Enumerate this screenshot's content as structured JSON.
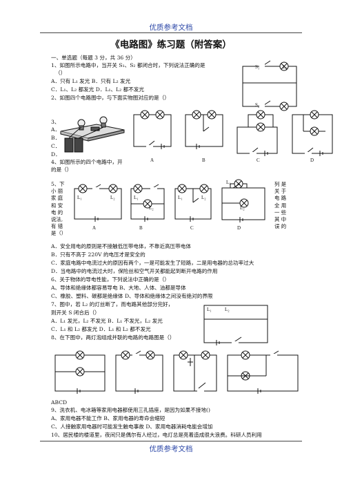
{
  "header": {
    "top": "优质参考文档",
    "bottom": "优质参考文档"
  },
  "title": "《电路图》练习题（附答案）",
  "lines": {
    "l1": "一、单选题（每题 3 分，共 36 分）",
    "l2": "1、如图所示电路中，当开关 S₁、S₂ 都闭合时，下列说法正确的是",
    "l3": "（）",
    "l4": "A．只有 L₁ 发光 B．只有 L₂ 发光",
    "l5": "C．L₁、L₂ 都发光 D．L₁、L₂ 都不发光",
    "l6": "2、如图四个电路图中，与下面实物图对应的是（）",
    "l7": "3、",
    "l8": "A．",
    "l9": "B．",
    "l10": "C．",
    "l11": "D．",
    "l12": "4、如图所示的四个电路中，开",
    "l13": "的是（）",
    "q5a": "A．安全用电的原则是不接触低压带电体，不靠近高压带电体",
    "q5b": "B．只有不高于 220V 的电压才是安全的",
    "q5c": "C．家庭电路中电流过大的原因有两个，一是可能发生了短路，二是用电器的总功率过大",
    "q5d": "D．当电路中的电流过大时，保险丝和空气开关都能起到断开电路的作用",
    "q6": "6、关于物体的导电性能，下列说法中正确的是（）",
    "q6a": "A、导体和绝缘体都容易导电 B、大地、人体、油都是导体",
    "q6c": "C、橡胶、塑料、碳都是绝缘体 D、导体和绝缘体之间没有绝对的界限",
    "q7": "7、图中，若 L₂ 的灯丝断了，而电路其他部分完好，",
    "q7b": "则开关 S 闭合后（）",
    "q7c": "A．L₁ 发光，L₂ 不发光 B．L₁ 不发光，L₂ 发光",
    "q7d": "C．L₁ 和 L₂ 都发光 D．L₁ 和 L₂ 都不发光",
    "q8": "8、在下图中，两灯泡组成并联的电路的电路图是（）",
    "abcd": "ABCD",
    "q9": "9、洗衣机、电冰箱等家用电器都使用三孔插座，是因为如果不接地()",
    "q9a": "A、家用电器不能工作 B、家用电器的寿命会缩短",
    "q9c": "C、人接触家用电器时可能发生触电事故 D、家用电器消耗电能会增加",
    "q10": "10、居民楼的楼道里，夜间只是偶尔有人经过，电灯总是亮着造成很大浪费。科研人员利用"
  },
  "q5_left": [
    "5、下",
    "小 丽",
    "家 庭",
    "和 安",
    "电 的",
    "说法,",
    "有 错",
    "是（）"
  ],
  "q5_right": [
    "列 是",
    "关 于",
    "电 路",
    "全 用",
    "一 些",
    "其 中",
    "误 的"
  ],
  "captions": {
    "q2": [
      "A",
      "B",
      "C",
      "D"
    ],
    "q5": [
      "A",
      "B",
      "C",
      "D"
    ],
    "labels": {
      "s1": "S₁",
      "s2": "S₂",
      "l1": "L₁",
      "l2": "L₂",
      "l2b": "L₂"
    }
  }
}
